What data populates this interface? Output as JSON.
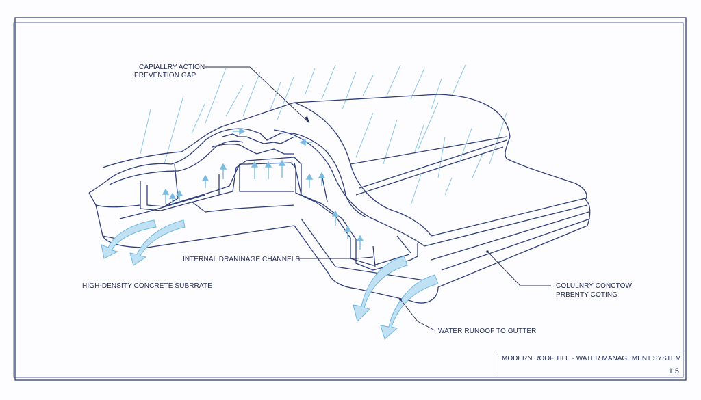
{
  "labels": {
    "capillary_gap": [
      "CAPIALLRY ACTION",
      "PREVENTION GAP"
    ],
    "drainage_channels": "INTERNAL DRANINAGE CHANNELS",
    "concrete_substrate": "HIGH-DENSITY CONCRETE SUBRRATE",
    "coating": [
      "COLULNRY CONCTOW",
      "PRBENTY COTING"
    ],
    "water_runoff": "WATER RUNOOF TO GUTTER"
  },
  "title_block": {
    "title": "MODERN ROOF TILE - WATER MANAGEMENT SYSTEM",
    "scale": "1:5"
  },
  "colors": {
    "line": "#2f3f7a",
    "water": "#6fb7e0",
    "water_fill": "#bfe1f3"
  }
}
